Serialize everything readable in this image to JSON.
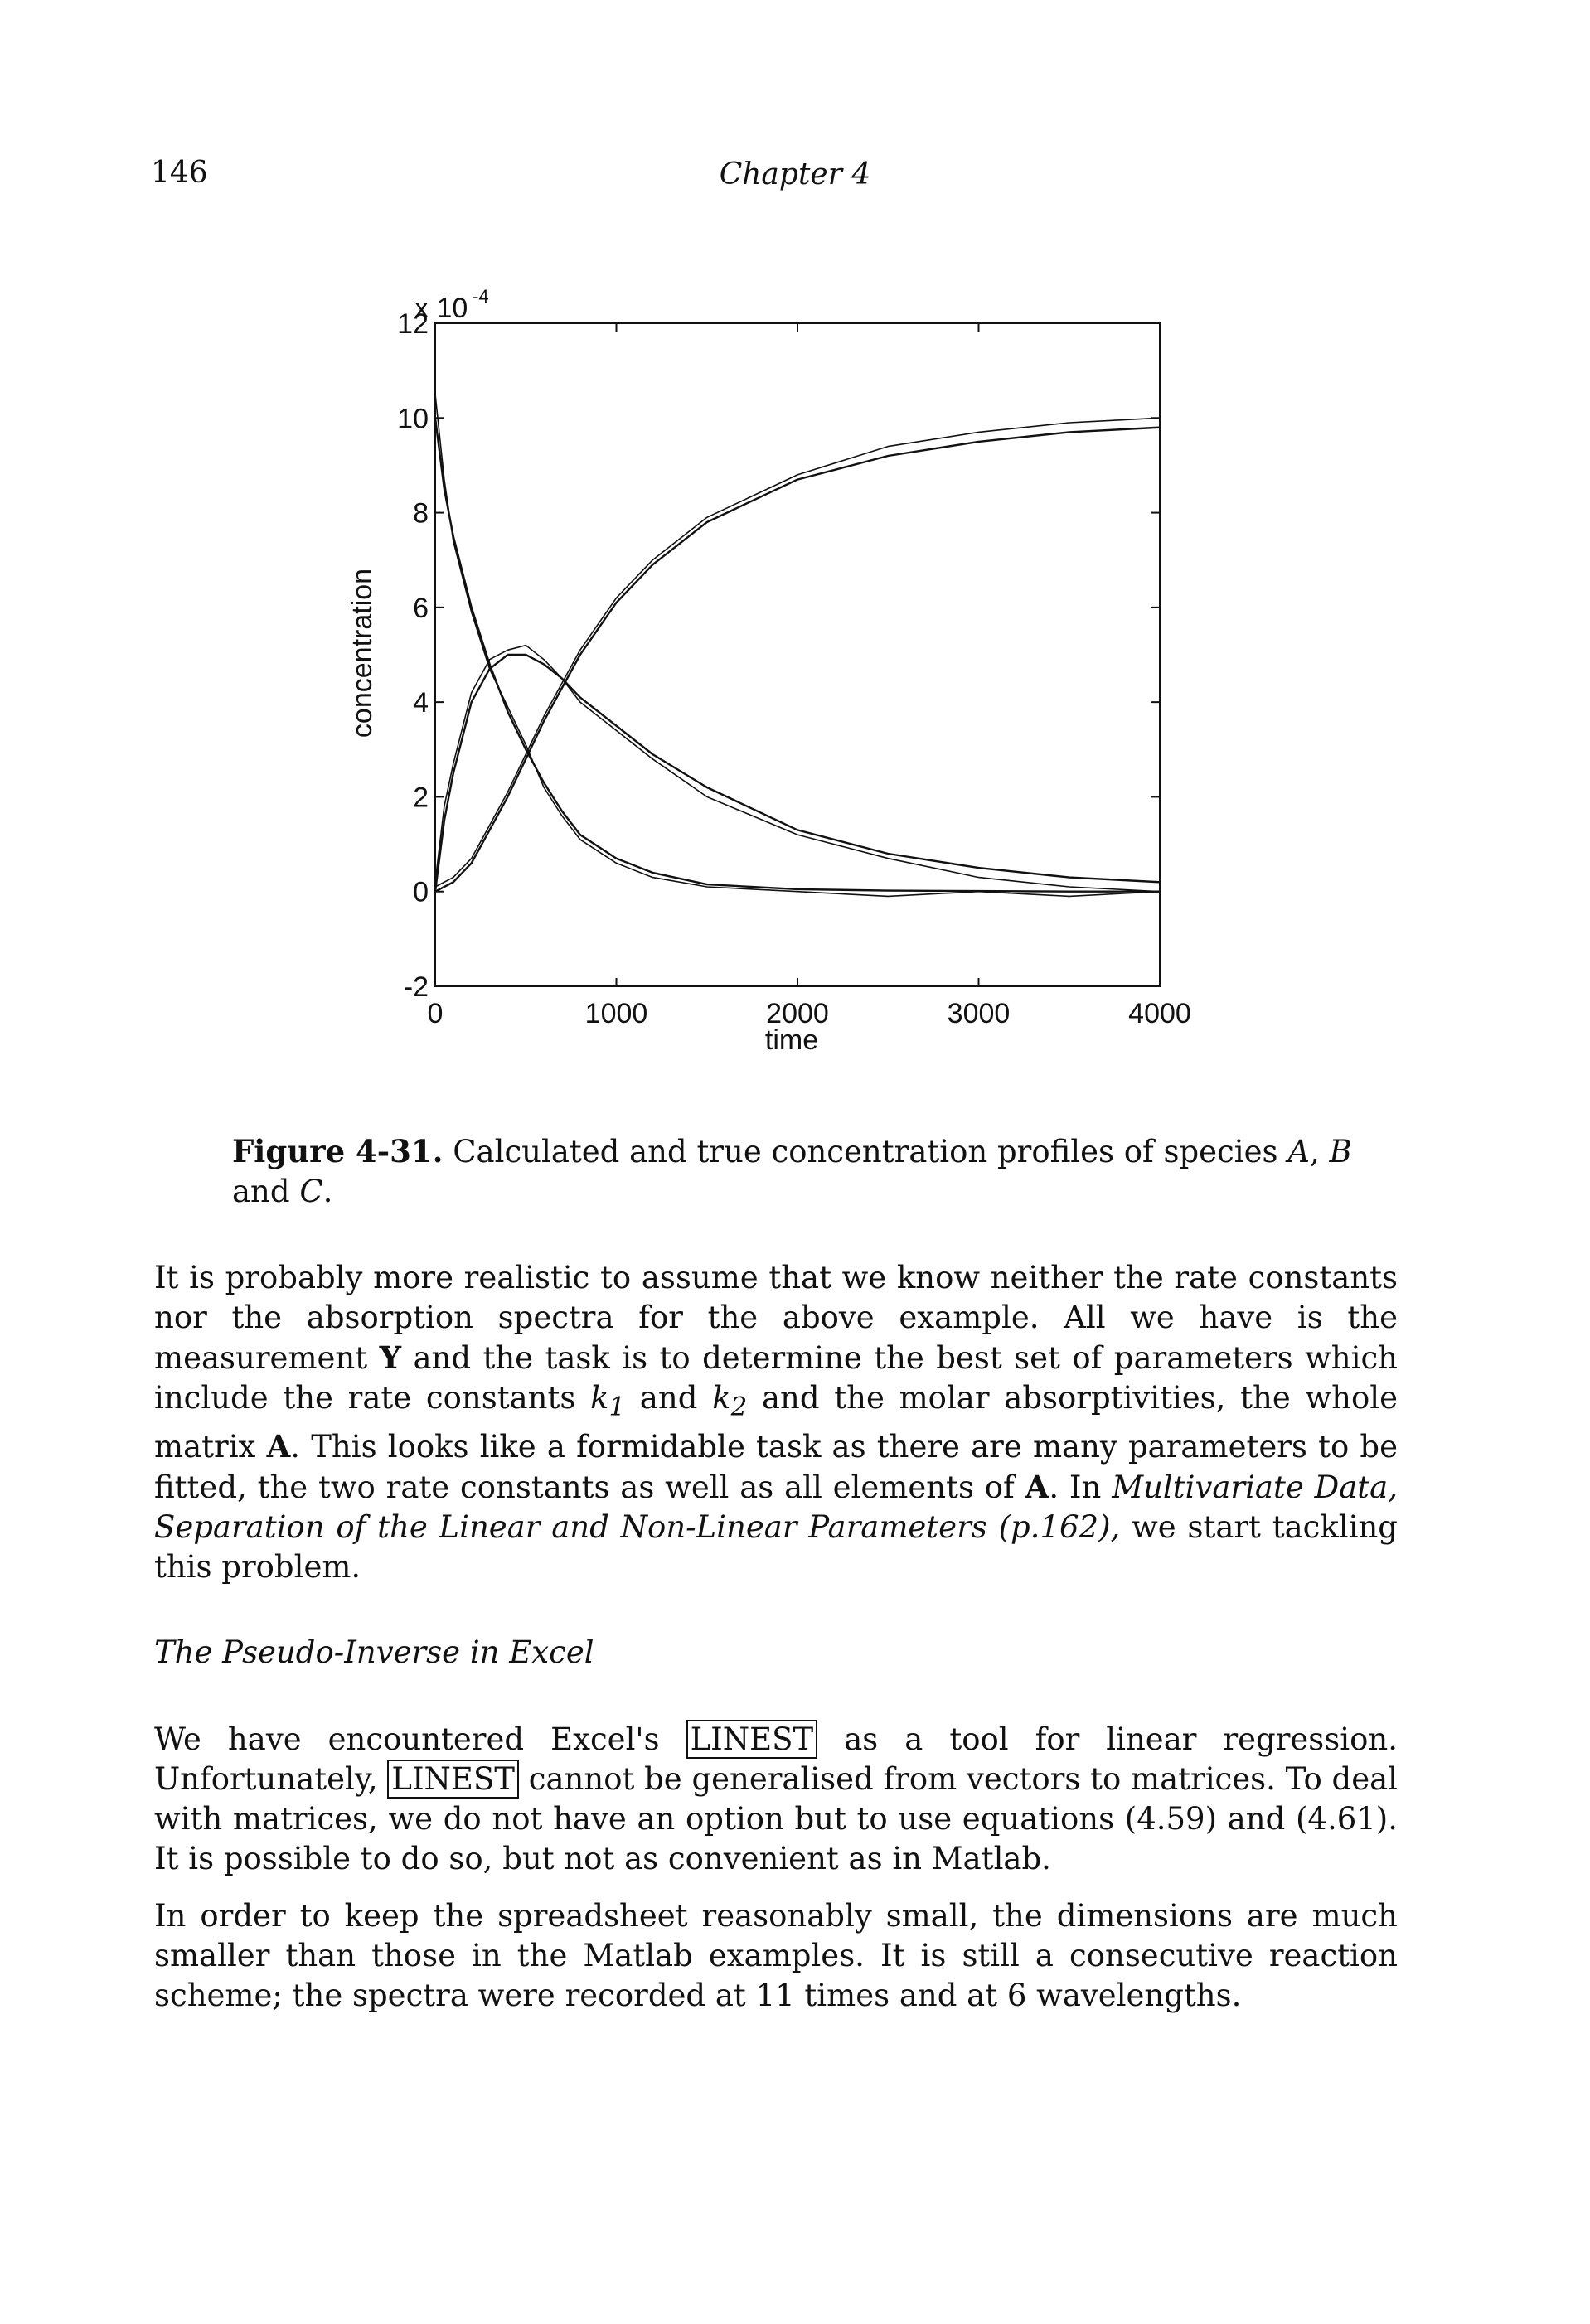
{
  "header": {
    "page_number": "146",
    "running_head": "Chapter 4"
  },
  "chart_data": {
    "type": "line",
    "title": "",
    "xlabel": "time",
    "ylabel": "concentration",
    "exponent_label": "x 10",
    "exponent": "-4",
    "xlim": [
      0,
      4000
    ],
    "ylim": [
      -2,
      12
    ],
    "xticks": [
      "0",
      "1000",
      "2000",
      "3000",
      "4000"
    ],
    "yticks": [
      "-2",
      "0",
      "2",
      "4",
      "6",
      "8",
      "10",
      "12"
    ],
    "series": [
      {
        "kind": "true",
        "species": "A",
        "x": [
          0,
          50,
          100,
          200,
          300,
          400,
          500,
          600,
          700,
          800,
          1000,
          1200,
          1500,
          2000,
          2500,
          3000,
          3500,
          4000
        ],
        "y": [
          10.0,
          8.5,
          7.5,
          6.0,
          4.8,
          3.8,
          3.0,
          2.3,
          1.7,
          1.2,
          0.7,
          0.4,
          0.15,
          0.05,
          0.02,
          0.01,
          0.0,
          0.0
        ]
      },
      {
        "kind": "true",
        "species": "B",
        "x": [
          0,
          50,
          100,
          200,
          300,
          400,
          500,
          600,
          700,
          800,
          1000,
          1200,
          1500,
          2000,
          2500,
          3000,
          3500,
          4000
        ],
        "y": [
          0.0,
          1.5,
          2.5,
          4.0,
          4.7,
          5.0,
          5.0,
          4.8,
          4.5,
          4.1,
          3.5,
          2.9,
          2.2,
          1.3,
          0.8,
          0.5,
          0.3,
          0.2
        ]
      },
      {
        "kind": "true",
        "species": "C",
        "x": [
          0,
          100,
          200,
          300,
          400,
          500,
          600,
          700,
          800,
          1000,
          1200,
          1500,
          2000,
          2500,
          3000,
          3500,
          4000
        ],
        "y": [
          0.0,
          0.2,
          0.6,
          1.3,
          2.0,
          2.8,
          3.6,
          4.3,
          5.0,
          6.1,
          6.9,
          7.8,
          8.7,
          9.2,
          9.5,
          9.7,
          9.8
        ]
      },
      {
        "kind": "calculated",
        "species": "A",
        "x": [
          0,
          50,
          100,
          200,
          300,
          400,
          500,
          600,
          700,
          800,
          1000,
          1200,
          1500,
          2000,
          2500,
          3000,
          3500,
          4000
        ],
        "y": [
          10.5,
          8.7,
          7.4,
          5.9,
          4.7,
          3.9,
          3.1,
          2.2,
          1.6,
          1.1,
          0.6,
          0.3,
          0.1,
          0.0,
          -0.1,
          0.0,
          -0.1,
          0.0
        ]
      },
      {
        "kind": "calculated",
        "species": "B",
        "x": [
          0,
          50,
          100,
          200,
          300,
          400,
          500,
          600,
          700,
          800,
          1000,
          1200,
          1500,
          2000,
          2500,
          3000,
          3500,
          4000
        ],
        "y": [
          0.2,
          1.8,
          2.7,
          4.2,
          4.9,
          5.1,
          5.2,
          4.9,
          4.5,
          4.0,
          3.4,
          2.8,
          2.0,
          1.2,
          0.7,
          0.3,
          0.1,
          0.0
        ]
      },
      {
        "kind": "calculated",
        "species": "C",
        "x": [
          0,
          100,
          200,
          300,
          400,
          500,
          600,
          700,
          800,
          1000,
          1200,
          1500,
          2000,
          2500,
          3000,
          3500,
          4000
        ],
        "y": [
          0.1,
          0.3,
          0.7,
          1.4,
          2.1,
          2.9,
          3.7,
          4.4,
          5.1,
          6.2,
          7.0,
          7.9,
          8.8,
          9.4,
          9.7,
          9.9,
          10.0
        ]
      }
    ]
  },
  "caption": {
    "label": "Figure 4-31.",
    "text": " Calculated and true concentration profiles of species ",
    "species_a": "A",
    "sep1": ", ",
    "species_b": "B",
    "and": " and ",
    "species_c": "C",
    "end": "."
  },
  "paragraph1": {
    "t1": "It is probably more realistic to assume that we know neither the rate constants nor the absorption spectra for the above example. All we have is the measurement ",
    "Y": "Y",
    "t2": " and the task is to determine the best set of parameters which include the rate constants ",
    "k1": "k",
    "k1_sub": "1",
    "t3": " and ",
    "k2": "k",
    "k2_sub": "2",
    "t4": " and the molar absorptivities, the whole matrix ",
    "A1": "A",
    "t5": ". This looks like a formidable task as there are many parameters to be fitted, the two rate constants as well as all elements of ",
    "A2": "A",
    "t6": ". In ",
    "ref": "Multivariate Data, Separation of the Linear and Non-Linear Parameters (p.162),",
    "t7": " we start tackling this problem."
  },
  "section_heading": "The Pseudo-Inverse in Excel",
  "paragraph2": {
    "t1": "We have encountered Excel's ",
    "func1": "LINEST",
    "t2": " as a tool for linear regression. Unfortunately, ",
    "func2": "LINEST",
    "t3": " cannot be generalised from vectors to matrices. To deal with matrices, we do not have an option but to use equations (4.59) and (4.61). It is possible to do so, but not as convenient as in Matlab."
  },
  "paragraph3": "In order to keep the spreadsheet reasonably small, the dimensions are much smaller than those in the Matlab examples. It is still a consecutive reaction scheme; the spectra were recorded at 11 times and at 6 wavelengths."
}
